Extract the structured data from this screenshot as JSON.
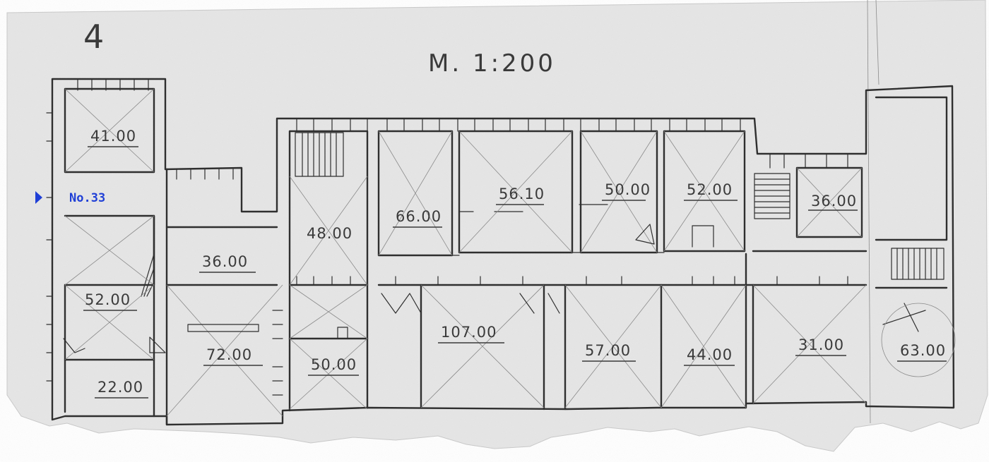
{
  "sheet": {
    "page_number": "4",
    "scale": "M. 1:200"
  },
  "marker": {
    "label": "No.33",
    "color": "#1f3fd6"
  },
  "rooms": [
    {
      "id": "r-41",
      "area": "41.00"
    },
    {
      "id": "r-52a",
      "area": "52.00"
    },
    {
      "id": "r-22",
      "area": "22.00"
    },
    {
      "id": "r-36a",
      "area": "36.00"
    },
    {
      "id": "r-72",
      "area": "72.00"
    },
    {
      "id": "r-48",
      "area": "48.00"
    },
    {
      "id": "r-50a",
      "area": "50.00"
    },
    {
      "id": "r-66",
      "area": "66.00"
    },
    {
      "id": "r-56",
      "area": "56.10"
    },
    {
      "id": "r-50b",
      "area": "50.00"
    },
    {
      "id": "r-107",
      "area": "107.00"
    },
    {
      "id": "r-52b",
      "area": "52.00"
    },
    {
      "id": "r-57",
      "area": "57.00"
    },
    {
      "id": "r-44",
      "area": "44.00"
    },
    {
      "id": "r-36b",
      "area": "36.00"
    },
    {
      "id": "r-31",
      "area": "31.00"
    },
    {
      "id": "r-63",
      "area": "63.00"
    }
  ]
}
